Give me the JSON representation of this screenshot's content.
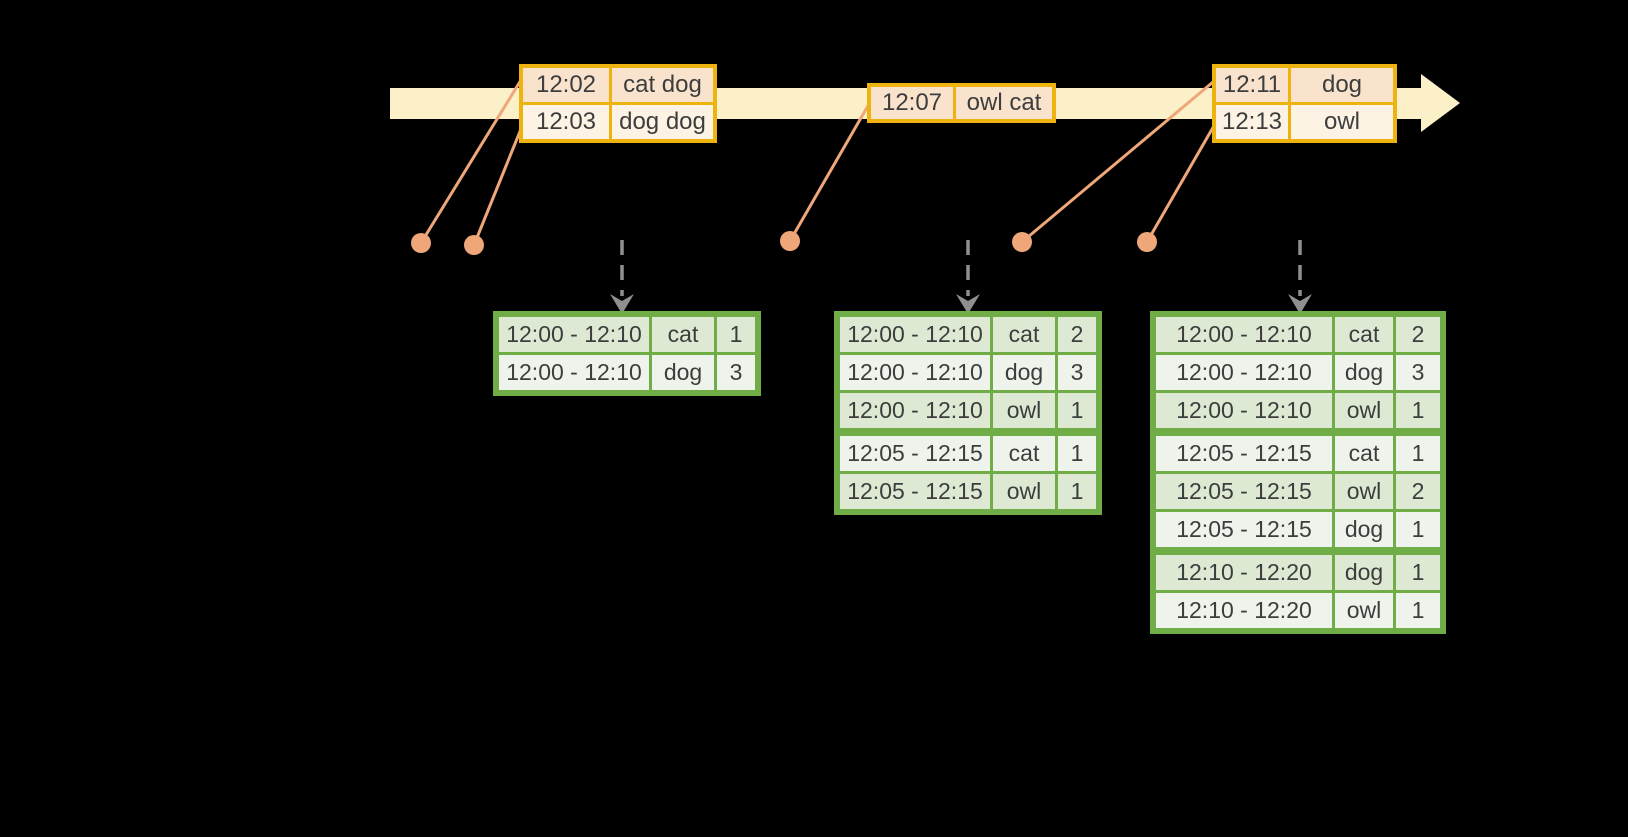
{
  "colors": {
    "background": "#000000",
    "timeline_band": "#FCF0C9",
    "event_table_border": "#EFB310",
    "event_row_dark": "#FAE3CC",
    "event_row_light": "#FDF3E5",
    "connector_salmon": "#EFA77A",
    "result_table_border": "#70AD47",
    "result_row_dark": "#DDE9D3",
    "result_row_light": "#EEF4EB",
    "trigger_arrow_gray": "#8F8F8F",
    "text": "#3D3D3D"
  },
  "timeline": {
    "event_tables": [
      {
        "rows": [
          {
            "time": "12:02",
            "value": "cat dog"
          },
          {
            "time": "12:03",
            "value": "dog dog"
          }
        ]
      },
      {
        "rows": [
          {
            "time": "12:07",
            "value": "owl cat"
          }
        ]
      },
      {
        "rows": [
          {
            "time": "12:11",
            "value": "dog"
          },
          {
            "time": "12:13",
            "value": "owl"
          }
        ]
      }
    ]
  },
  "result_tables": [
    {
      "rows": [
        {
          "window": "12:00 - 12:10",
          "word": "cat",
          "count": 1
        },
        {
          "window": "12:00 - 12:10",
          "word": "dog",
          "count": 3
        }
      ]
    },
    {
      "rows": [
        {
          "window": "12:00 - 12:10",
          "word": "cat",
          "count": 2
        },
        {
          "window": "12:00 - 12:10",
          "word": "dog",
          "count": 3
        },
        {
          "window": "12:00 - 12:10",
          "word": "owl",
          "count": 1
        },
        {
          "window": "12:05 - 12:15",
          "word": "cat",
          "count": 1
        },
        {
          "window": "12:05 - 12:15",
          "word": "owl",
          "count": 1
        }
      ]
    },
    {
      "rows": [
        {
          "window": "12:00 - 12:10",
          "word": "cat",
          "count": 2
        },
        {
          "window": "12:00 - 12:10",
          "word": "dog",
          "count": 3
        },
        {
          "window": "12:00 - 12:10",
          "word": "owl",
          "count": 1
        },
        {
          "window": "12:05 - 12:15",
          "word": "cat",
          "count": 1
        },
        {
          "window": "12:05 - 12:15",
          "word": "owl",
          "count": 2
        },
        {
          "window": "12:05 - 12:15",
          "word": "dog",
          "count": 1
        },
        {
          "window": "12:10 - 12:20",
          "word": "dog",
          "count": 1
        },
        {
          "window": "12:10 - 12:20",
          "word": "owl",
          "count": 1
        }
      ]
    }
  ]
}
